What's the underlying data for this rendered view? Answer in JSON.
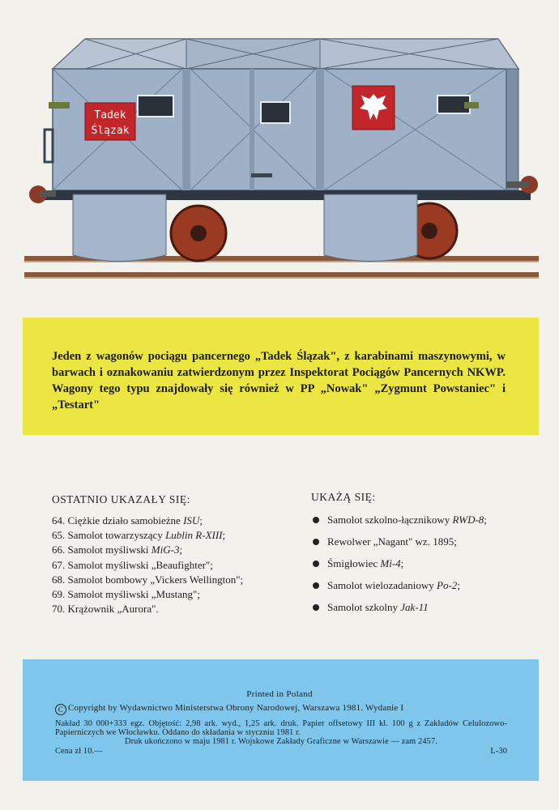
{
  "illustration": {
    "plate_left": "Tadek",
    "plate_right": "Ślązak",
    "colors": {
      "wagon": "#9fb1c6",
      "wagon_dark": "#7c8ea5",
      "wheel": "#9a3a22",
      "plate": "#c2262b",
      "rail": "#8b5a3c"
    }
  },
  "caption": {
    "text": "Jeden z wagonów pociągu pancernego „Tadek Ślązak\", z karabinami maszynowymi, w barwach i oznakowaniu zatwierdzonym przez Inspektorat Pociągów Pancernych NKWP. Wagony tego typu znajdowały się również w PP „Nowak\" „Zygmunt Powstaniec\" i „Testart\""
  },
  "recent": {
    "heading": "OSTATNIO UKAZAŁY SIĘ:",
    "items": [
      {
        "num": "64.",
        "text": "Ciężkie działo samobieżne ",
        "italic": "ISU",
        "tail": ";"
      },
      {
        "num": "65.",
        "text": "Samolot towarzyszący ",
        "italic": "Lublin R-XIII",
        "tail": ";"
      },
      {
        "num": "66.",
        "text": "Samolot myśliwski ",
        "italic": "MiG-3",
        "tail": ";"
      },
      {
        "num": "67.",
        "text": "Samolot myśliwski „Beaufighter\";",
        "italic": "",
        "tail": ""
      },
      {
        "num": "68.",
        "text": "Samolot bombowy „Vickers Wellington\";",
        "italic": "",
        "tail": ""
      },
      {
        "num": "69.",
        "text": "Samolot myśliwski „Mustang\";",
        "italic": "",
        "tail": ""
      },
      {
        "num": "70.",
        "text": "Krążownik „Aurora\".",
        "italic": "",
        "tail": ""
      }
    ]
  },
  "upcoming": {
    "heading": "UKAŻĄ SIĘ:",
    "items": [
      {
        "text": "Samolot szkolno-łącznikowy ",
        "italic": "RWD-8",
        "tail": ";"
      },
      {
        "text": "Rewolwer „Nagant\" wz. 1895;",
        "italic": "",
        "tail": ""
      },
      {
        "text": "Śmigłowiec ",
        "italic": "Mi-4",
        "tail": ";"
      },
      {
        "text": "Samolot wielozadaniowy ",
        "italic": "Po-2",
        "tail": ";"
      },
      {
        "text": "Samolot szkolny ",
        "italic": "Jak-11",
        "tail": ""
      }
    ]
  },
  "footer": {
    "printed": "Printed in Poland",
    "copyright_symbol": "C",
    "copyright": "Copyright by Wydawnictwo Ministerstwa Obrony Narodowej, Warszawa 1981. Wydanie I",
    "imprint_1": "Nakład 30 000+333 egz. Objętość: 2,98 ark. wyd., 1,25 ark. druk. Papier offsetowy III kl. 100 g z Zakładów Celulozowo-Papierniczych we Włocławku. Oddano do składania w styczniu 1981 r.",
    "imprint_2": "Druk ukończono w maju 1981 r. Wojskowe Zakłady Graficzne w Warszawie — zam 2457.",
    "price": "Cena zł 10.—",
    "code": "L-30"
  }
}
